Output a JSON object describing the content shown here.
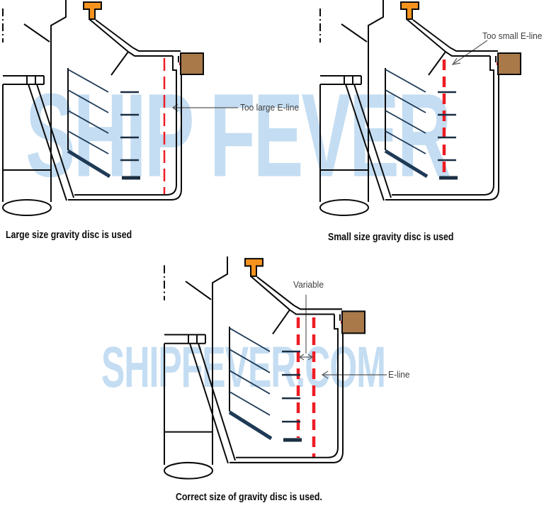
{
  "watermarks": {
    "top": "SHIP FEVER",
    "bottom": "SHIPFEVER.COM"
  },
  "panels": [
    {
      "name": "large-gravity-disc",
      "caption": "Large size gravity disc is used",
      "labels": {
        "eline": "Too large E-line"
      }
    },
    {
      "name": "small-gravity-disc",
      "caption": "Small size gravity disc is used",
      "labels": {
        "eline": "Too small E-line"
      }
    },
    {
      "name": "correct-gravity-disc",
      "caption": "Correct size of gravity disc is used.",
      "labels": {
        "variable": "Variable",
        "eline": "E-line"
      }
    }
  ],
  "colors": {
    "eline_red": "#ee1c25",
    "watermark_blue": "#c4ddf2",
    "orange_fitting": "#f6921e",
    "brown_block": "#a9794a",
    "disc_navy": "#1e3a56",
    "outline_black": "#0a0a0a",
    "annotation_gray": "#5a5a5a",
    "annotation_text": "#3f3f3f"
  }
}
